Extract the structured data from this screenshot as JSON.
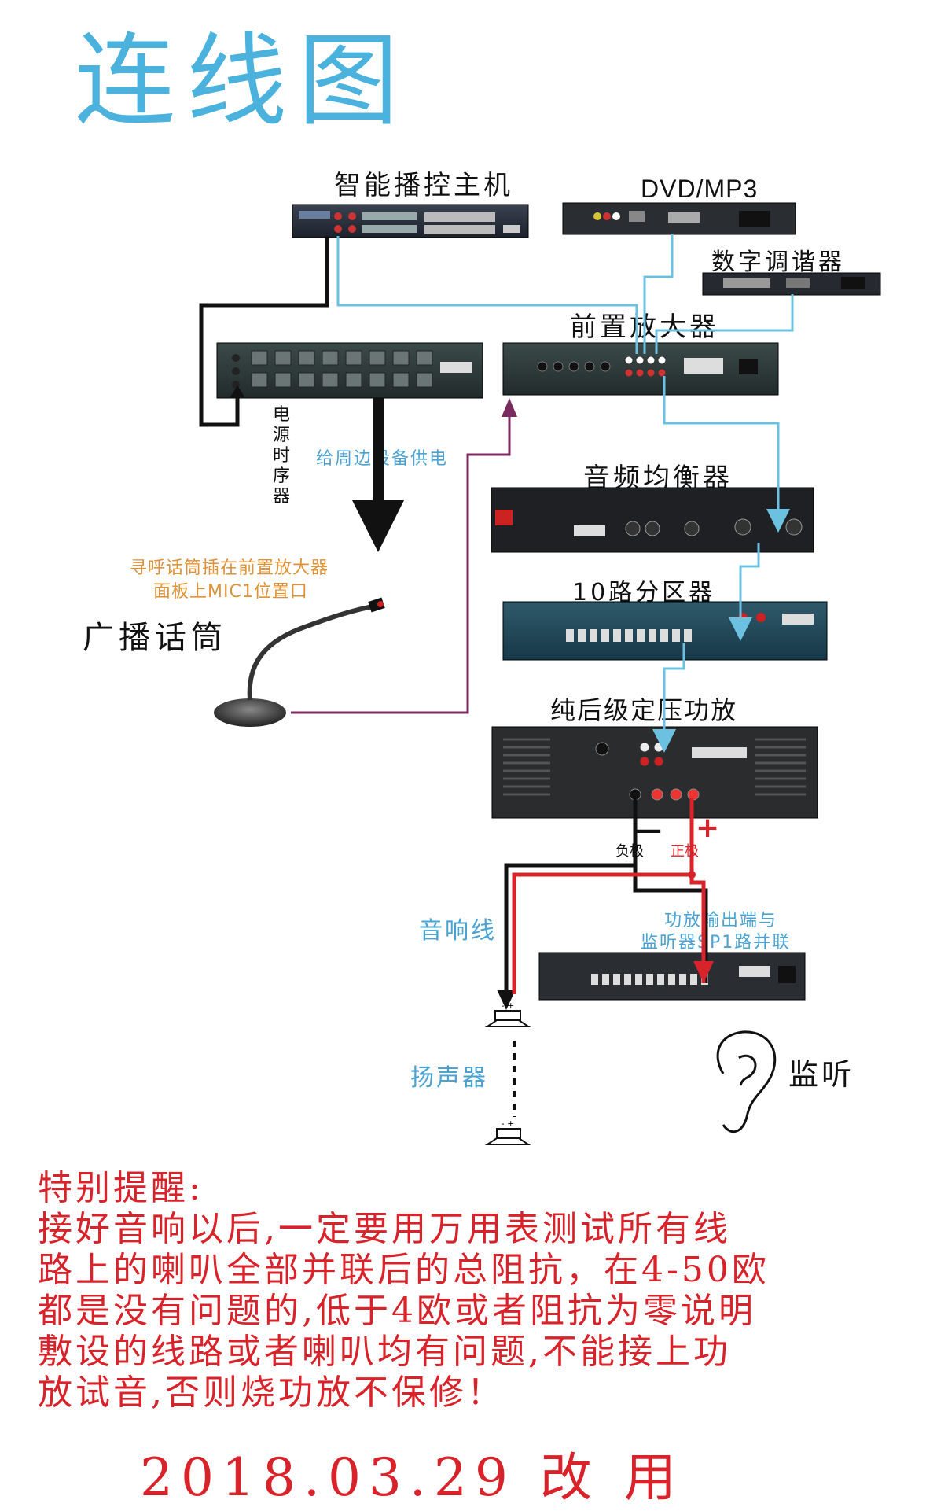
{
  "title": "连线图",
  "devices": {
    "controller": "智能播控主机",
    "dvd": "DVD/MP3",
    "tuner": "数字调谐器",
    "preamp": "前置放大器",
    "sequencer": "电源时序器",
    "equalizer": "音频均衡器",
    "zone": "10路分区器",
    "amplifier": "纯后级定压功放",
    "microphone": "广播话筒",
    "speaker": "扬声器",
    "monitor": "监听"
  },
  "notes": {
    "power_feed": "给周边设备供电",
    "mic_note_1": "寻呼话筒插在前置放大器",
    "mic_note_2": "面板上MIC1位置口",
    "speaker_wire": "音响线",
    "negative": "负极",
    "positive": "正极",
    "neg_sign": "—",
    "pos_sign": "+",
    "monitor_note_1": "功放输出端与",
    "monitor_note_2": "监听器SP1路并联",
    "monitor_plus": "+"
  },
  "warning": {
    "heading": "特别提醒:",
    "lines": [
      "接好音响以后,一定要用万用表测试所有线",
      "路上的喇叭全部并联后的总阻抗，在4-50欧",
      "都是没有问题的,低于4欧或者阻抗为零说明",
      "敷设的线路或者喇叭均有问题,不能接上功",
      "放试音,否则烧功放不保修！"
    ]
  },
  "date": "2018.03.29 改 用",
  "colors": {
    "title_blue": "#4ab2dc",
    "cable_blue": "#6cc0e0",
    "cable_black": "#111111",
    "cable_red": "#d8232a",
    "cable_purple": "#7a2a5e",
    "warning_red": "#d8232a",
    "note_orange": "#e09236"
  }
}
